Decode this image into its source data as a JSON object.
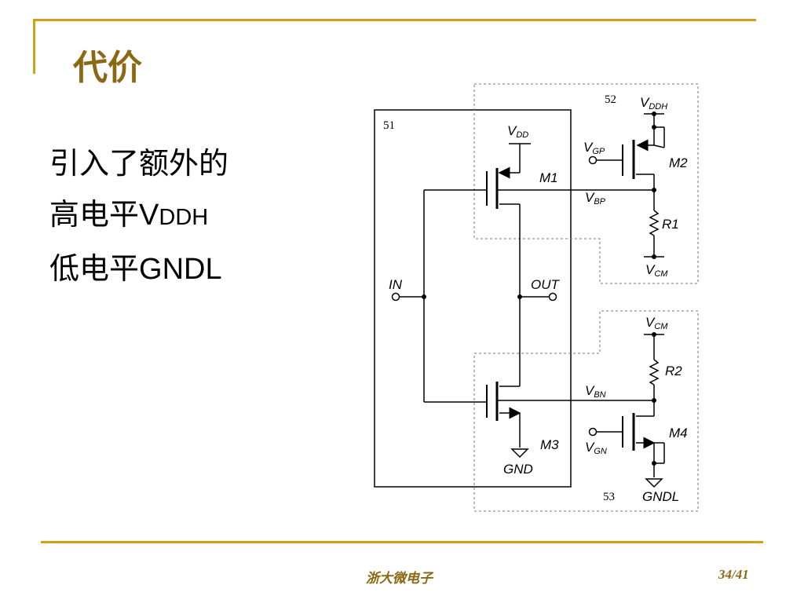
{
  "slide": {
    "title": "代价",
    "bullets": [
      {
        "text": "引入了额外的"
      },
      {
        "main": "高电平",
        "v": "V",
        "sub": "DDH"
      },
      {
        "main": "低电平",
        "rest": "GNDL"
      }
    ]
  },
  "diagram": {
    "block_labels": {
      "b51": "51",
      "b52": "52",
      "b53": "53"
    },
    "transistors": {
      "m1": "M1",
      "m2": "M2",
      "m3": "M3",
      "m4": "M4"
    },
    "resistors": {
      "r1": "R1",
      "r2": "R2"
    },
    "nodes": {
      "in": "IN",
      "out": "OUT",
      "gnd": "GND",
      "gndl": "GNDL",
      "vdd": {
        "v": "V",
        "sub": "DD"
      },
      "vddh": {
        "v": "V",
        "sub": "DDH"
      },
      "vgp": {
        "v": "V",
        "sub": "GP"
      },
      "vbp": {
        "v": "V",
        "sub": "BP"
      },
      "vcm_top": {
        "v": "V",
        "sub": "CM"
      },
      "vcm_bot": {
        "v": "V",
        "sub": "CM"
      },
      "vbn": {
        "v": "V",
        "sub": "BN"
      },
      "vgn": {
        "v": "V",
        "sub": "GN"
      }
    }
  },
  "footer": {
    "org": "浙大微电子",
    "page": "34/41"
  }
}
